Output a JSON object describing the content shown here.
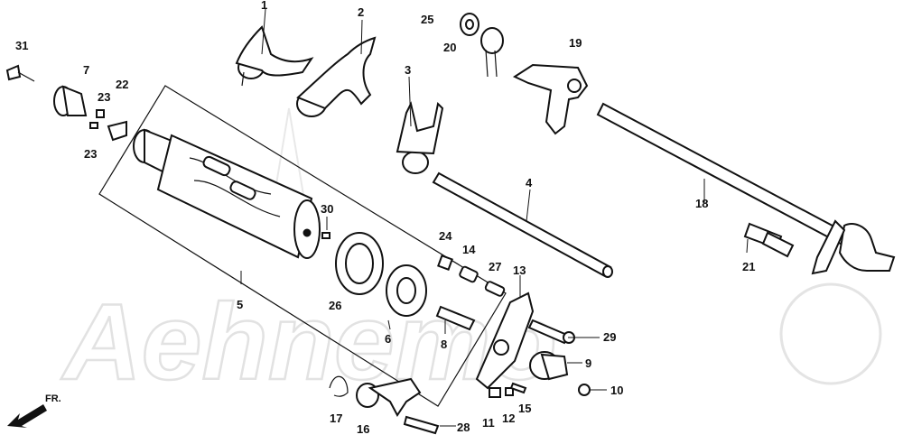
{
  "watermark": {
    "text": "Aehnemo"
  },
  "frame_arrow": {
    "text": "FR."
  },
  "callouts": [
    "1",
    "2",
    "3",
    "4",
    "5",
    "6",
    "7",
    "8",
    "9",
    "10",
    "11",
    "12",
    "13",
    "14",
    "15",
    "16",
    "17",
    "18",
    "19",
    "20",
    "21",
    "22",
    "23",
    "23",
    "24",
    "25",
    "26",
    "27",
    "28",
    "29",
    "30",
    "31"
  ]
}
